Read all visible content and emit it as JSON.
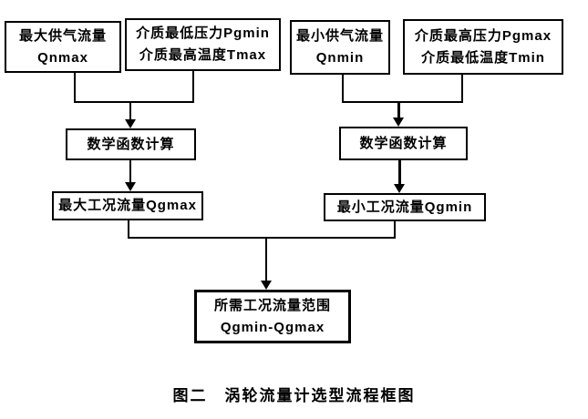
{
  "figure": {
    "caption": "图二　涡轮流量计选型流程框图",
    "nodes": {
      "qnmax": {
        "line1": "最大供气流量",
        "line2": "Qnmax"
      },
      "pgmin_tmax": {
        "line1": "介质最低压力Pgmin",
        "line2": "介质最高温度Tmax"
      },
      "qnmin": {
        "line1": "最小供气流量",
        "line2": "Qnmin"
      },
      "pgmax_tmin": {
        "line1": "介质最高压力Pgmax",
        "line2": "介质最低温度Tmin"
      },
      "math_left": {
        "label": "数学函数计算"
      },
      "math_right": {
        "label": "数学函数计算"
      },
      "qgmax": {
        "label": "最大工况流量Qgmax"
      },
      "qgmin": {
        "label": "最小工况流量Qgmin"
      },
      "result": {
        "line1": "所需工况流量范围",
        "line2": "Qgmin-Qgmax"
      }
    },
    "edges": [
      "qnmax -> math_left",
      "pgmin_tmax -> math_left",
      "math_left -> qgmax",
      "qnmin -> math_right",
      "pgmax_tmin -> math_right",
      "math_right -> qgmin",
      "qgmax -> result",
      "qgmin -> result"
    ],
    "colors": {
      "line": "#000000",
      "text": "#000000",
      "background": "#ffffff"
    }
  }
}
